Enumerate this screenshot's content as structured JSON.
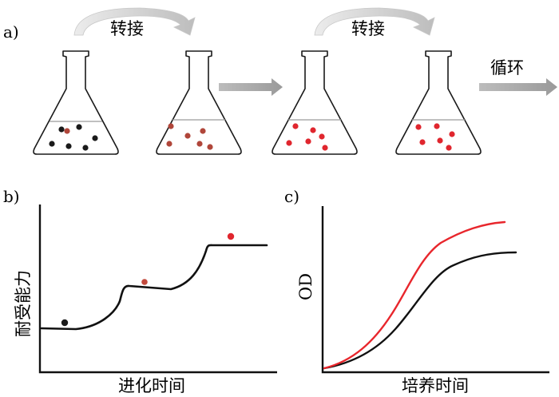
{
  "panel_a": {
    "label": "a)",
    "transfer_label_1": "转接",
    "transfer_label_2": "转接",
    "cycle_label": "循环"
  },
  "panel_b": {
    "label": "b)",
    "ylabel": "耐受能力",
    "xlabel": "进化时间"
  },
  "panel_c": {
    "label": "c)",
    "ylabel": "OD",
    "xlabel": "培养时间"
  },
  "colors": {
    "black_cell": "#1a1a1a",
    "brown_cell": "#b0463a",
    "red_cell": "#e0262e",
    "arrow_gray": "#a9a9a9",
    "arc_gray": "#d0d0d0",
    "red_curve": "#e8262c",
    "black_curve": "#111111"
  }
}
